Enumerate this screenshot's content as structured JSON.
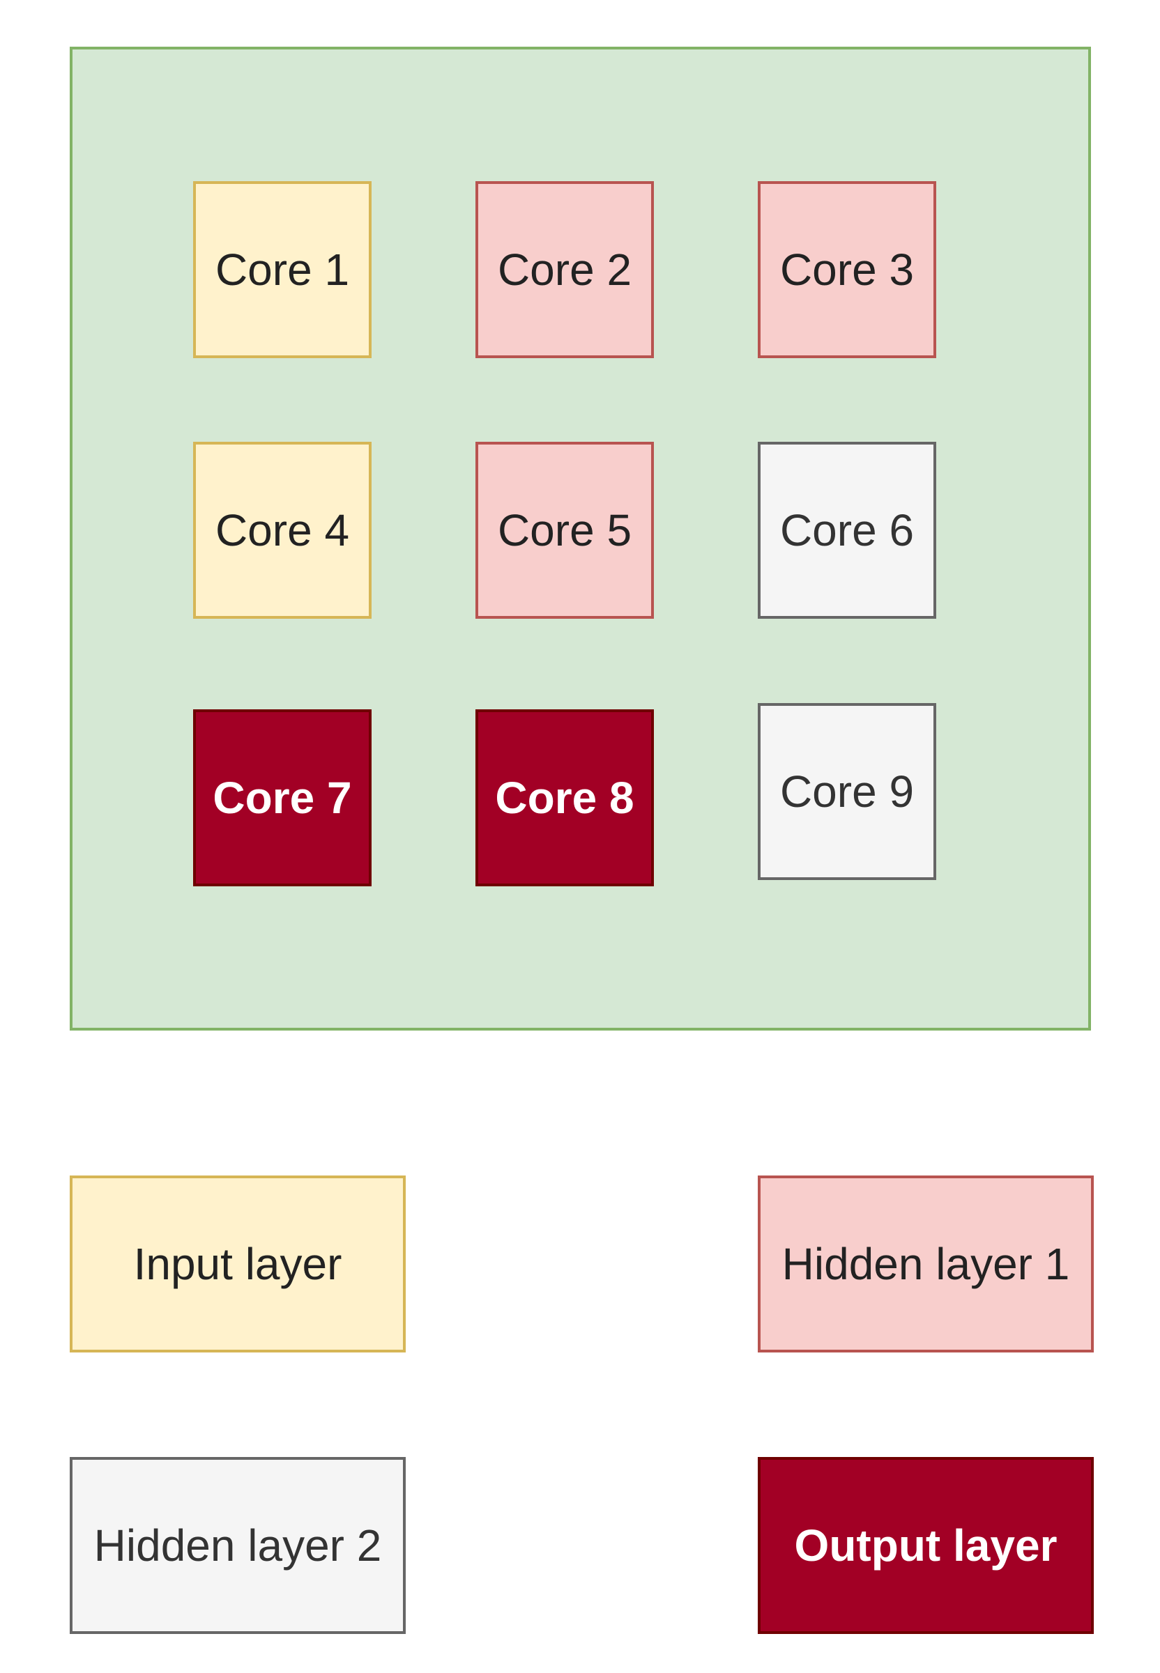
{
  "chip": {
    "cores": [
      {
        "label": "Core 1",
        "layer": "input"
      },
      {
        "label": "Core 2",
        "layer": "hidden1"
      },
      {
        "label": "Core 3",
        "layer": "hidden1"
      },
      {
        "label": "Core 4",
        "layer": "input"
      },
      {
        "label": "Core 5",
        "layer": "hidden1"
      },
      {
        "label": "Core 6",
        "layer": "hidden2"
      },
      {
        "label": "Core 7",
        "layer": "output"
      },
      {
        "label": "Core 8",
        "layer": "output"
      },
      {
        "label": "Core 9",
        "layer": "hidden2"
      }
    ]
  },
  "legend": {
    "input": "Input layer",
    "hidden1": "Hidden layer 1",
    "hidden2": "Hidden layer 2",
    "output": "Output layer"
  },
  "colors": {
    "chip_fill": "#d5e8d4",
    "chip_border": "#82b366",
    "input_fill": "#fff2cc",
    "input_border": "#d6b656",
    "hidden1_fill": "#f8cecc",
    "hidden1_border": "#b85450",
    "hidden2_fill": "#f5f5f5",
    "hidden2_border": "#666666",
    "output_fill": "#a20025",
    "output_border": "#6f0000"
  }
}
